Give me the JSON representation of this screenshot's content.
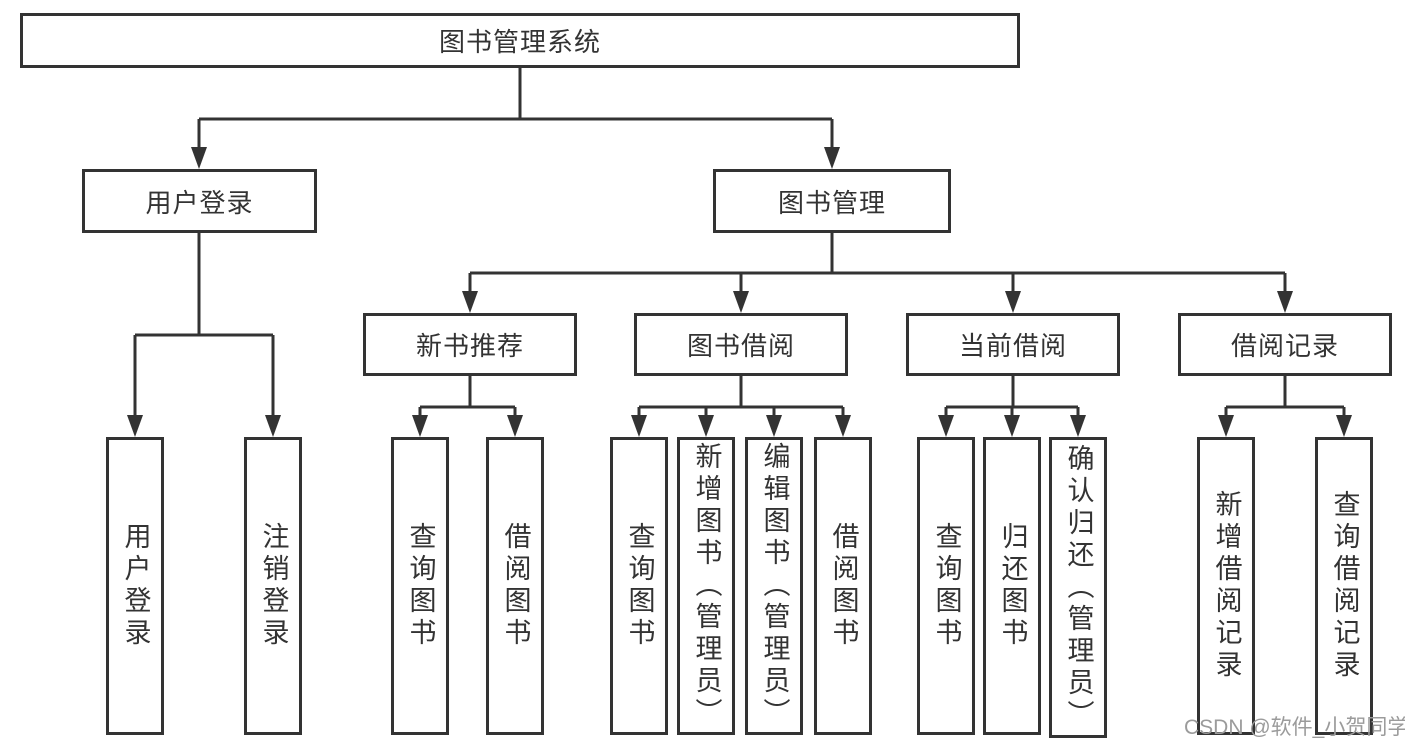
{
  "diagram": {
    "root": {
      "label": "图书管理系统"
    },
    "branches": [
      {
        "label": "用户登录",
        "children": [
          {
            "label": "用户登录"
          },
          {
            "label": "注销登录"
          }
        ]
      },
      {
        "label": "图书管理",
        "children": [
          {
            "label": "新书推荐",
            "children": [
              {
                "label": "查询图书"
              },
              {
                "label": "借阅图书"
              }
            ]
          },
          {
            "label": "图书借阅",
            "children": [
              {
                "label": "查询图书"
              },
              {
                "label": "新增图书（管理员）"
              },
              {
                "label": "编辑图书（管理员）"
              },
              {
                "label": "借阅图书"
              }
            ]
          },
          {
            "label": "当前借阅",
            "children": [
              {
                "label": "查询图书"
              },
              {
                "label": "归还图书"
              },
              {
                "label": "确认归还（管理员）"
              }
            ]
          },
          {
            "label": "借阅记录",
            "children": [
              {
                "label": "新增借阅记录"
              },
              {
                "label": "查询借阅记录"
              }
            ]
          }
        ]
      }
    ],
    "watermark": {
      "text": "CSDN @软件_小贺同学"
    },
    "colors": {
      "line": "#333333",
      "text": "#333333",
      "watermark": "#9b9b9b",
      "background": "#ffffff"
    }
  }
}
